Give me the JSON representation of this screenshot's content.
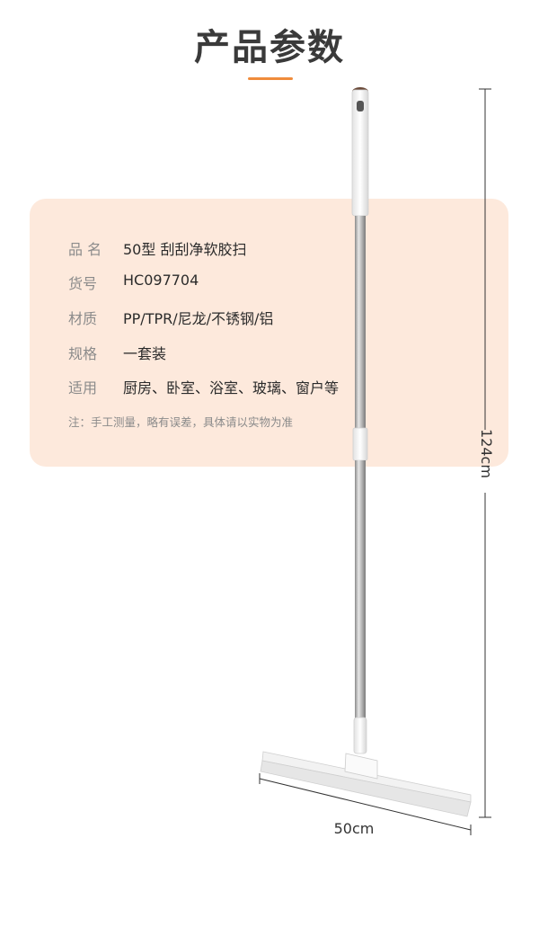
{
  "header": {
    "title": "产品参数"
  },
  "specs": [
    {
      "label": "品 名",
      "value": "50型 刮刮净软胶扫"
    },
    {
      "label": "货号",
      "value": "HC097704"
    },
    {
      "label": "材质",
      "value": "PP/TPR/尼龙/不锈钢/铝"
    },
    {
      "label": "规格",
      "value": "一套装"
    },
    {
      "label": "适用",
      "value": "厨房、卧室、浴室、玻璃、窗户等"
    }
  ],
  "note": "注：手工测量，略有误差，具体请以实物为准",
  "dimensions": {
    "height": "124cm",
    "width": "50cm"
  },
  "colors": {
    "accent": "#f08c3c",
    "panel": "#fde9dc"
  }
}
